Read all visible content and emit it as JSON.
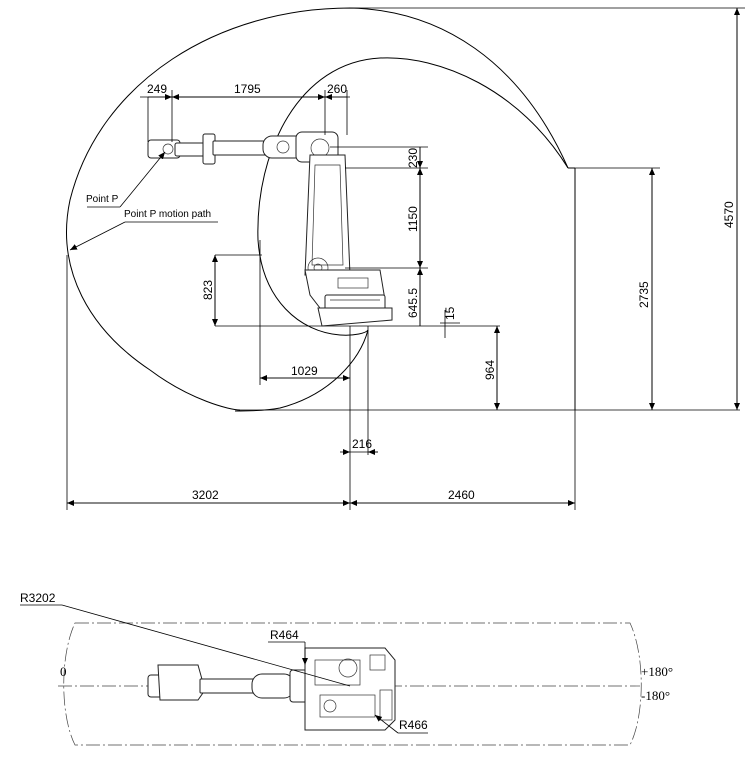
{
  "side_view": {
    "dimensions": {
      "d249": "249",
      "d1795": "1795",
      "d260": "260",
      "d230": "230",
      "d1150": "1150",
      "d645": "645.5",
      "d15": "15",
      "d823": "823",
      "d1029": "1029",
      "d964": "964",
      "d2735": "2735",
      "d4570": "4570",
      "d216": "216",
      "d3202": "3202",
      "d2460": "2460"
    },
    "labels": {
      "point_p": "Point P",
      "motion_path": "Point P motion path"
    }
  },
  "top_view": {
    "radius_outer": "R3202",
    "radius_r464": "R464",
    "radius_r466": "R466",
    "angle_zero": "0",
    "angle_plus": "+180°",
    "angle_minus": "-180°"
  }
}
